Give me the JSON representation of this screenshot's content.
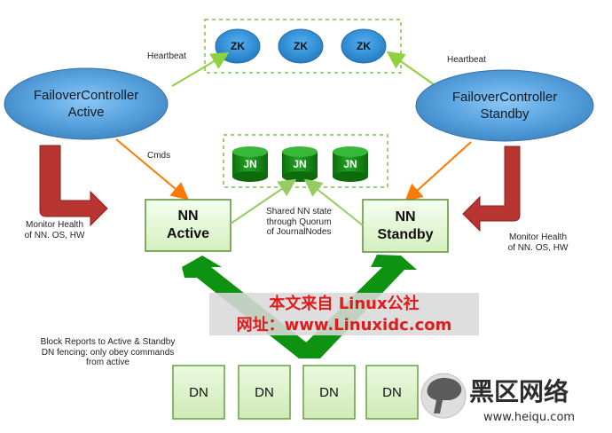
{
  "labels": {
    "heartbeat_left": "Heartbeat",
    "heartbeat_right": "Heartbeat",
    "cmds": "Cmds",
    "monitor_left_line1": "Monitor Health",
    "monitor_left_line2": "of NN. OS, HW",
    "monitor_right_line1": "Monitor Health",
    "monitor_right_line2": "of NN. OS, HW",
    "shared_nn_line1": "Shared NN state",
    "shared_nn_line2": "through Quorum",
    "shared_nn_line3": "of JournalNodes",
    "block_reports_line1": "Block Reports to Active & Standby",
    "block_reports_line2": "DN fencing: only obey commands",
    "block_reports_line3": "from active"
  },
  "nodes": {
    "failover_active_line1": "FailoverController",
    "failover_active_line2": "Active",
    "failover_standby_line1": "FailoverController",
    "failover_standby_line2": "Standby",
    "zk1": "ZK",
    "zk2": "ZK",
    "zk3": "ZK",
    "jn1": "JN",
    "jn2": "JN",
    "jn3": "JN",
    "nn_active_line1": "NN",
    "nn_active_line2": "Active",
    "nn_standby_line1": "NN",
    "nn_standby_line2": "Standby",
    "dn1": "DN",
    "dn2": "DN",
    "dn3": "DN",
    "dn4": "DN"
  },
  "watermark": {
    "line1": "本文来自 Linux公社",
    "line2": "网址：www.Linuxidc.com"
  },
  "logo": {
    "main": "黑区网络",
    "sub": "www.heiqu.com"
  },
  "colors": {
    "ellipse": "#4b8fca",
    "zk": "#2e8fd8",
    "jn": "#199a19",
    "nn_fill": "#e8f9d8",
    "nn_border": "#5c8f35",
    "dn_fill": "#d9f2c8",
    "dn_border": "#67a044",
    "green_arrow": "#0d9212",
    "red_arrow": "#b83431",
    "orange_arrow": "#ff7a00",
    "green_line": "#8fd13e",
    "watermark_bg": "#d9d9d9",
    "watermark_text": "#e11b1b"
  }
}
